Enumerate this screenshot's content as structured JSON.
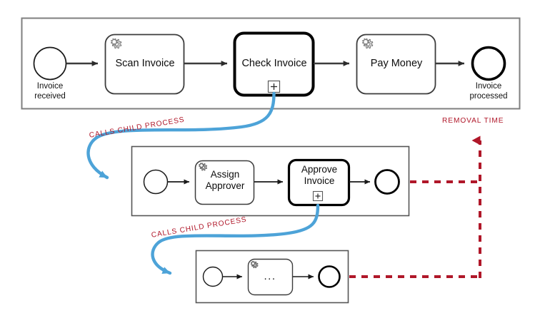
{
  "diagram": {
    "title": "Invoice handling BPMN call activity hierarchy",
    "colors": {
      "pool_border": "#7f7f7f",
      "flow": "#3c3c3c",
      "task_border": "#3c3c3c",
      "task_border_bold": "#000000",
      "call_arrow": "#4da3d8",
      "annotation_red": "#b01729",
      "background": "#ffffff"
    }
  },
  "pools": {
    "parent": {
      "name": "parent-process-pool",
      "elements": {
        "start_event": {
          "label": "Invoice\nreceived",
          "type": "start-event"
        },
        "task_scan": {
          "label": "Scan Invoice",
          "type": "service-task",
          "marker": "gear-icon"
        },
        "task_check": {
          "label": "Check Invoice",
          "type": "call-activity",
          "marker": "plus-marker",
          "bold": true
        },
        "task_pay": {
          "label": "Pay Money",
          "type": "service-task",
          "marker": "gear-icon"
        },
        "end_event": {
          "label": "Invoice\nprocessed",
          "type": "end-event"
        }
      }
    },
    "child_level_1": {
      "name": "child-process-pool-level-1",
      "elements": {
        "start_event": {
          "label": "",
          "type": "start-event"
        },
        "task_assign": {
          "label": "Assign\nApprover",
          "type": "service-task",
          "marker": "gear-icon"
        },
        "task_approve": {
          "label": "Approve\nInvoice",
          "type": "call-activity",
          "marker": "plus-marker",
          "bold": true
        },
        "end_event": {
          "label": "",
          "type": "end-event"
        }
      }
    },
    "child_level_2": {
      "name": "child-process-pool-level-2",
      "elements": {
        "start_event": {
          "label": "",
          "type": "start-event"
        },
        "task_ellipsis": {
          "label": "...",
          "type": "service-task",
          "marker": "gear-icon"
        },
        "end_event": {
          "label": "",
          "type": "end-event"
        }
      }
    }
  },
  "annotations": {
    "calls_child_process_1": "CALLS CHILD PROCESS",
    "calls_child_process_2": "CALLS CHILD PROCESS",
    "removal_time": "REMOVAL TIME"
  }
}
